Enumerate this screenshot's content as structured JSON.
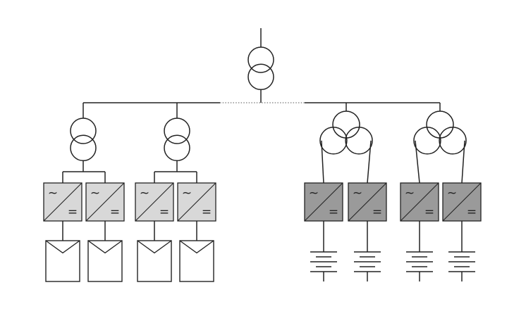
{
  "colors": {
    "background": "#ffffff",
    "line": "#222222",
    "pv_inverter_fill": "#d8d8d8",
    "battery_inverter_fill": "#9a9a9a",
    "panel_fill": "#ffffff",
    "tie_link": "#777777"
  },
  "symbols": {
    "inverter_ac_glyph": "~",
    "inverter_dc_glyph": "="
  },
  "diagram": {
    "main_transformer": {
      "type": "two-winding-transformer"
    },
    "busbar": {
      "segments": [
        "solid",
        "dotted",
        "solid"
      ]
    },
    "branches": [
      {
        "name": "pv-branch-1",
        "transformer": "two-winding",
        "inverter_style": "light",
        "units": [
          {
            "inverter": "dc-ac-inverter",
            "source": "pv-panel"
          },
          {
            "inverter": "dc-ac-inverter",
            "source": "pv-panel"
          }
        ]
      },
      {
        "name": "pv-branch-2",
        "transformer": "two-winding",
        "inverter_style": "light",
        "units": [
          {
            "inverter": "dc-ac-inverter",
            "source": "pv-panel"
          },
          {
            "inverter": "dc-ac-inverter",
            "source": "pv-panel"
          }
        ]
      },
      {
        "name": "battery-branch-1",
        "transformer": "three-winding",
        "inverter_style": "dark",
        "units": [
          {
            "inverter": "dc-ac-inverter",
            "source": "battery"
          },
          {
            "inverter": "dc-ac-inverter",
            "source": "battery"
          }
        ]
      },
      {
        "name": "battery-branch-2",
        "transformer": "three-winding",
        "inverter_style": "dark",
        "units": [
          {
            "inverter": "dc-ac-inverter",
            "source": "battery"
          },
          {
            "inverter": "dc-ac-inverter",
            "source": "battery"
          }
        ]
      }
    ]
  }
}
